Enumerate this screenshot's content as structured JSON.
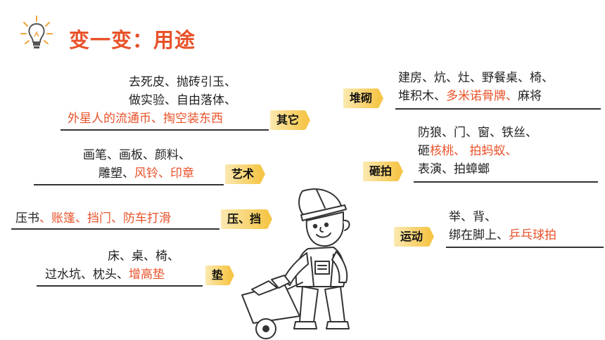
{
  "title": "变一变：用途",
  "icons": {
    "bulb": "lightbulb-icon",
    "worker": "construction-worker-illustration"
  },
  "colors": {
    "accent": "#e8522a",
    "tag": "#f6c64a",
    "text": "#222222"
  },
  "groups": {
    "other": {
      "tag": "其它",
      "line1": "去死皮、抛砖引玉、",
      "line2": "做实验、自由落体、",
      "line3_hl": "外星人的流通币、掏空装东西"
    },
    "art": {
      "tag": "艺术",
      "line1": "画笔、画板、颜料、",
      "line2_a": "雕塑、",
      "line2_hl": "风铃、印章"
    },
    "press": {
      "tag": "压、挡",
      "a": "压书",
      "hl": "、账篷、挡门、防车打滑"
    },
    "pad": {
      "tag": "垫",
      "line1": "床、桌、椅、",
      "line2_a": "过水坑、枕头、",
      "line2_hl": "增高垫"
    },
    "build": {
      "tag": "堆砌",
      "line1": "建房、炕、灶、野餐桌、椅、",
      "line2_a": "堆积木、",
      "line2_hl": "多米诺骨牌、",
      "line2_b": "麻将"
    },
    "smash": {
      "tag": "砸拍",
      "line1": "防狼、门、窗、铁丝、",
      "line2_a": "砸",
      "line2_hl": "核桃、 拍蚂蚁、",
      "line3": "表演、拍蟑螂"
    },
    "sport": {
      "tag": "运动",
      "line1": "举、背、",
      "line2_a": "绑在脚上、",
      "line2_hl": "乒乓球拍"
    }
  }
}
